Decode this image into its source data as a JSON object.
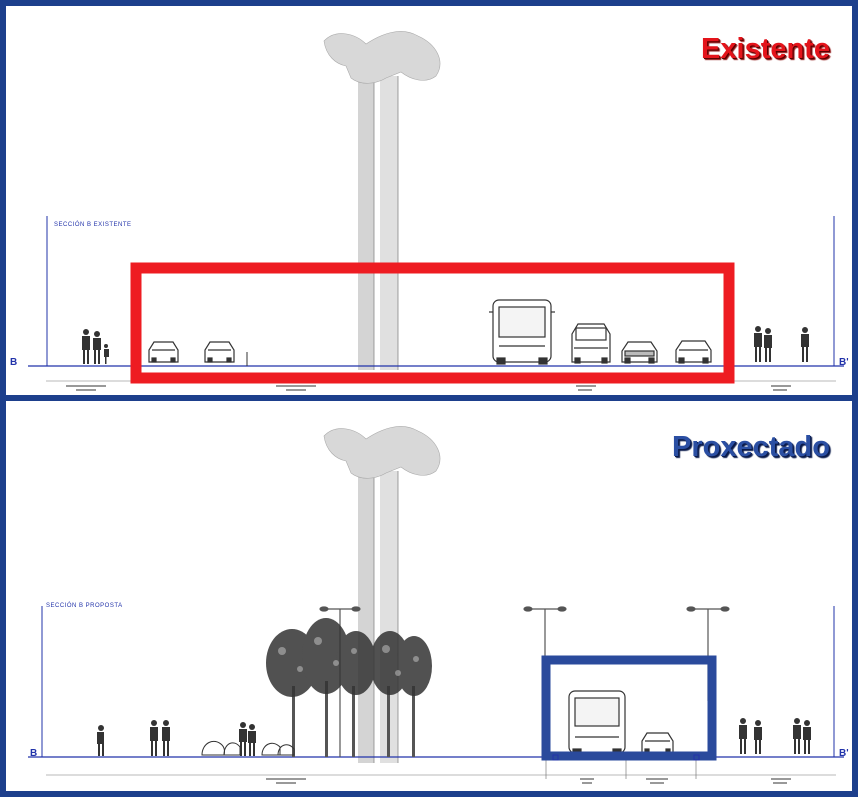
{
  "top": {
    "title": "Existente",
    "section_label": "SECCIÓN B EXISTENTE",
    "left_mark": "B",
    "right_mark": "B'"
  },
  "bottom": {
    "title": "Proxectado",
    "section_label": "SECCIÓN B PROPOSTA",
    "left_mark": "B",
    "right_mark": "B'"
  },
  "colors": {
    "frame": "#1d3f8c",
    "highlight_top": "#ee1c22",
    "highlight_bottom": "#2a4a9c",
    "line": "#2233aa",
    "existente_text": "#e4141b",
    "proxectado_text": "#2b4fa3"
  }
}
